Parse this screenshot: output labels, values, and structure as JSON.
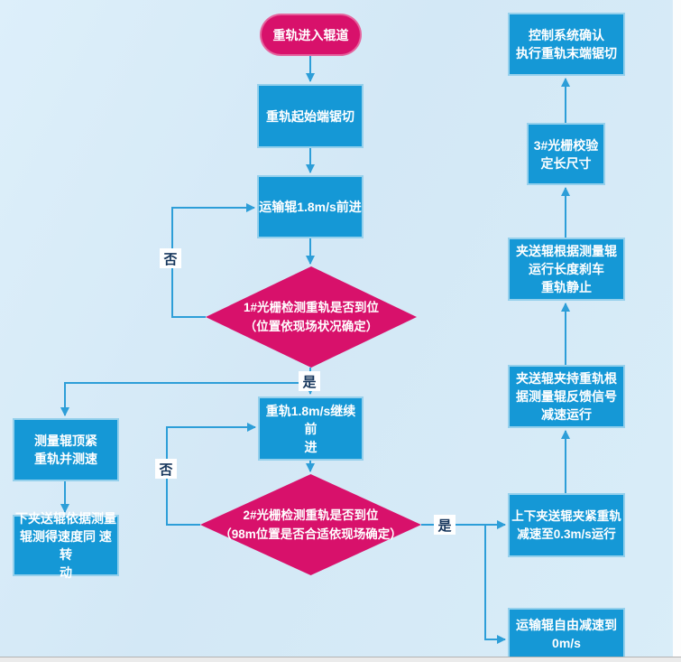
{
  "flowchart": {
    "nodes": {
      "start": {
        "label": "重轨进入辊道",
        "shape": "terminal"
      },
      "saw_start_end": {
        "label": "重轨起始端锯切",
        "shape": "process"
      },
      "transport_forward": {
        "label": "运输辊1.8m/s前进",
        "shape": "process"
      },
      "grating1_check": {
        "label": "1#光栅检测重轨是否到位\n（位置依现场状况确定）",
        "shape": "decision"
      },
      "rail_continue": {
        "label": "重轨1.8m/s继续前\n进",
        "shape": "process"
      },
      "grating2_check": {
        "label": "2#光栅检测重轨是否到位\n（98m位置是否合适依现场确定）",
        "shape": "decision"
      },
      "measure_roller": {
        "label": "测量辊顶紧\n重轨并测速",
        "shape": "process"
      },
      "lower_pinch_sync": {
        "label": "下夹送辊依据测量\n辊测得速度同 速转\n动",
        "shape": "process"
      },
      "pinch_clamp_decel": {
        "label": "上下夹送辊夹紧重轨\n减速至0.3m/s运行",
        "shape": "process"
      },
      "transport_free_decel": {
        "label": "运输辊自由减速到\n0m/s",
        "shape": "process"
      },
      "pinch_feedback_decel": {
        "label": "夹送辊夹持重轨根\n据测量辊反馈信号\n减速运行",
        "shape": "process"
      },
      "pinch_brake_stop": {
        "label": "夹送辊根据测量辊\n运行长度刹车\n重轨静止",
        "shape": "process"
      },
      "grating3_verify": {
        "label": "3#光栅校验\n定长尺寸",
        "shape": "process"
      },
      "end_saw_confirm": {
        "label": "控制系统确认\n执行重轨末端锯切",
        "shape": "process"
      }
    },
    "edge_labels": {
      "no1": "否",
      "yes1": "是",
      "no2": "否",
      "yes2": "是"
    },
    "colors": {
      "process_fill": "#1598d6",
      "decision_fill": "#d8116b",
      "terminal_fill": "#d8116b",
      "connector": "#2d9ed8",
      "edge_label_text": "#16365c",
      "edge_label_bg": "#ffffff",
      "node_text": "#ffffff",
      "background": "#d8ecf8"
    }
  }
}
